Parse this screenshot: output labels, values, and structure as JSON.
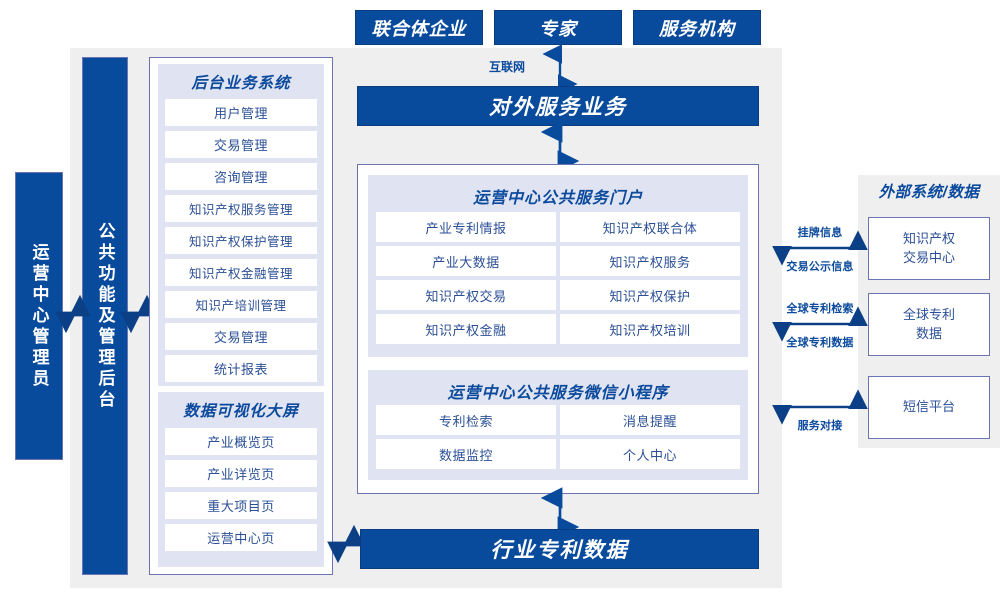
{
  "top_actors": [
    {
      "label": "联合体企业"
    },
    {
      "label": "专家"
    },
    {
      "label": "服务机构"
    }
  ],
  "internet_label": "互联网",
  "external_service_band": "对外服务业务",
  "industry_data_band": "行业专利数据",
  "pillars": [
    {
      "label": "运营中心管理员"
    },
    {
      "label": "公共功能及管理后台"
    }
  ],
  "backend_system": {
    "title": "后台业务系统",
    "items": [
      {
        "label": "用户管理"
      },
      {
        "label": "交易管理"
      },
      {
        "label": "咨询管理"
      },
      {
        "label": "知识产权服务管理"
      },
      {
        "label": "知识产权保护管理"
      },
      {
        "label": "知识产权金融管理"
      },
      {
        "label": "知识产培训管理"
      },
      {
        "label": "交易管理"
      },
      {
        "label": "统计报表"
      }
    ]
  },
  "visualization_screen": {
    "title": "数据可视化大屏",
    "items": [
      {
        "label": "产业概览页"
      },
      {
        "label": "产业详览页"
      },
      {
        "label": "重大项目页"
      },
      {
        "label": "运营中心页"
      }
    ]
  },
  "portal": {
    "title": "运营中心公共服务门户",
    "items": [
      {
        "label": "产业专利情报"
      },
      {
        "label": "知识产权联合体"
      },
      {
        "label": "产业大数据"
      },
      {
        "label": "知识产权服务"
      },
      {
        "label": "知识产权交易"
      },
      {
        "label": "知识产权保护"
      },
      {
        "label": "知识产权金融"
      },
      {
        "label": "知识产权培训"
      }
    ]
  },
  "miniprogram": {
    "title": "运营中心公共服务微信小程序",
    "items": [
      {
        "label": "专利检索"
      },
      {
        "label": "消息提醒"
      },
      {
        "label": "数据监控"
      },
      {
        "label": "个人中心"
      }
    ]
  },
  "external": {
    "title": "外部系统/数据",
    "boxes": [
      {
        "line1": "知识产权",
        "line2": "交易中心"
      },
      {
        "line1": "全球专利",
        "line2": "数据"
      },
      {
        "line1": "短信平台",
        "line2": ""
      }
    ],
    "connectors": [
      {
        "label": "挂牌信息"
      },
      {
        "label": "交易公示信息"
      },
      {
        "label": "全球专利检索"
      },
      {
        "label": "全球专利数据"
      },
      {
        "label": "服务对接"
      }
    ]
  },
  "colors": {
    "brand_blue": "#084a9c",
    "panel_bg": "#dfe3f2",
    "frame_bg": "#efefef",
    "border_violet": "#6b74b0",
    "text_blue": "#2b4f96"
  }
}
